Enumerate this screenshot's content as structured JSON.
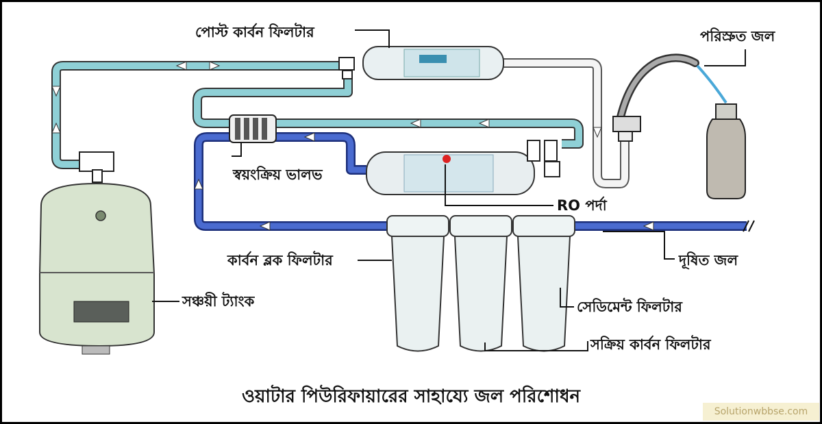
{
  "diagram": {
    "labels": {
      "post_carbon_filter": "পোস্ট কার্বন ফিলটার",
      "purified_water": "পরিস্রুত জল",
      "auto_valve": "স্বয়ংক্রিয় ভালভ",
      "ro_membrane": "RO পর্দা",
      "carbon_block_filter": "কার্বন ব্লক ফিলটার",
      "polluted_water": "দূষিত জল",
      "storage_tank": "সঞ্চয়ী ট্যাংক",
      "sediment_filter": "সেডিমেন্ট ফিলটার",
      "active_carbon_filter": "সক্রিয় কার্বন ফিলটার"
    },
    "caption": "ওয়াটার পিউরিফায়ারের সাহায্যে জল পরিশোধন",
    "watermark": "Solutionwbbse.com"
  },
  "colors": {
    "pipe_blue": "#3f5fc4",
    "pipe_cyan": "#7cc8cf",
    "pipe_white": "#f2f2f2",
    "filter_body": "#e6efee",
    "tank_body": "#d9e6cf"
  }
}
